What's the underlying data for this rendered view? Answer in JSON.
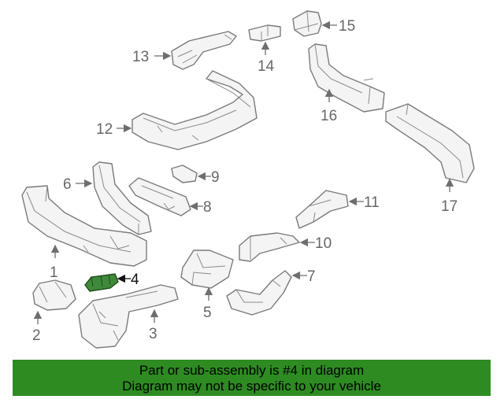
{
  "callouts": {
    "c1": "1",
    "c2": "2",
    "c3": "3",
    "c4": "4",
    "c5": "5",
    "c6": "6",
    "c7": "7",
    "c8": "8",
    "c9": "9",
    "c10": "10",
    "c11": "11",
    "c12": "12",
    "c13": "13",
    "c14": "14",
    "c15": "15",
    "c16": "16",
    "c17": "17"
  },
  "highlight": {
    "part": "4",
    "color": "#3f8a3a"
  },
  "banner": {
    "line1": "Part or sub-assembly is #4 in diagram",
    "line2": "Diagram may not be specific to your vehicle",
    "color": "#2e8b22"
  }
}
